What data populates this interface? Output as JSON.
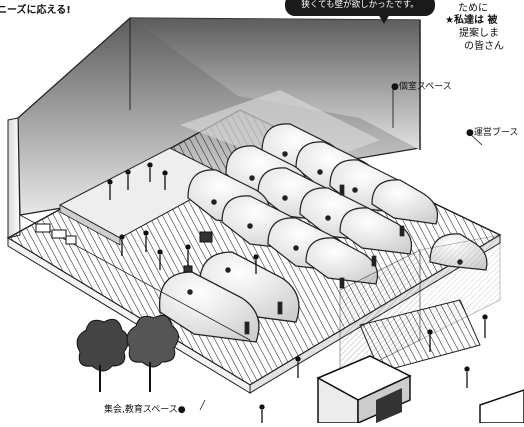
{
  "header_left_text": "ニーズに応える!",
  "bubble_text": "狭くても壁が欲しかったです。",
  "right_text_lines": [
    "ために",
    "★私達は 被",
    "提案しま",
    "の皆さん"
  ],
  "labels": {
    "private_space": "●個室スペース",
    "operation_booth": "●運営ブース",
    "assembly_space": "集会,教育スペース●"
  }
}
